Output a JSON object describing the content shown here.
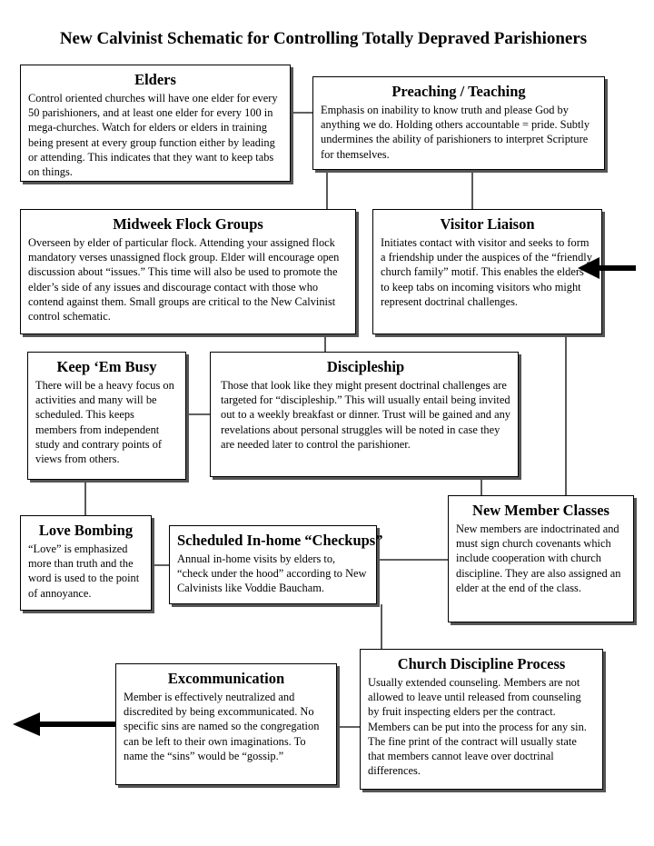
{
  "title": "New Calvinist Schematic for Controlling Totally Depraved Parishioners",
  "boxes": {
    "elders": {
      "title": "Elders",
      "body": "Control oriented churches will have one elder for every 50 parishioners, and at least one elder for every 100 in mega-churches. Watch for elders or elders in training being present at every group function either by leading or attending. This indicates that they want to keep tabs on things."
    },
    "preaching": {
      "title": "Preaching / Teaching",
      "body": "Emphasis on inability to know truth and please God by anything we do. Holding others accountable = pride. Subtly undermines the ability of parishioners to interpret Scripture for themselves."
    },
    "midweek": {
      "title": "Midweek Flock Groups",
      "body": "Overseen by elder of particular flock. Attending your assigned flock mandatory verses unassigned flock group. Elder will encourage open discussion about “issues.” This time will also be used to promote the elder’s side of any issues and discourage contact with those who contend against them. Small groups are critical to the New Calvinist control schematic."
    },
    "visitor": {
      "title": "Visitor Liaison",
      "body": "Initiates contact with visitor and seeks to form a friendship under the auspices of the “friendly church family” motif. This enables the elders to keep tabs on incoming visitors who might represent doctrinal challenges."
    },
    "busy": {
      "title": "Keep ‘Em Busy",
      "body": "There will be a heavy focus on activities and many will be scheduled. This keeps members from independent study and contrary points of views from others."
    },
    "discipleship": {
      "title": "Discipleship",
      "body": "Those that look like they might present doctrinal challenges are targeted for “discipleship.” This will usually entail being invited out to a weekly breakfast or dinner. Trust will be gained and any revelations about personal struggles will be noted in case they are needed later to control the parishioner."
    },
    "newmember": {
      "title": "New Member Classes",
      "body": "New members are indoctrinated and must sign church covenants which include cooperation with church discipline. They are also assigned an elder at the end of the class."
    },
    "lovebombing": {
      "title": "Love Bombing",
      "body": "“Love” is emphasized more than truth and the word is used to the point of annoyance."
    },
    "checkups": {
      "title": "Scheduled In-home “Checkups”",
      "body": "Annual in-home visits by elders to, “check under the hood” according to New Calvinists like Voddie Baucham."
    },
    "excommunication": {
      "title": "Excommunication",
      "body": "Member is effectively neutralized and discredited by being excommunicated. No specific sins are named so the congregation can be left to their own imaginations. To name the “sins” would be “gossip.”"
    },
    "discipline": {
      "title": "Church Discipline Process",
      "body": "Usually extended counseling. Members are not allowed to leave until released from counseling by fruit inspecting elders per the contract. Members can be put into the process for any sin. The fine print of the contract will usually state that members cannot leave over doctrinal differences."
    }
  },
  "colors": {
    "line": "#000000",
    "shadow": "#555555",
    "background": "#ffffff"
  }
}
